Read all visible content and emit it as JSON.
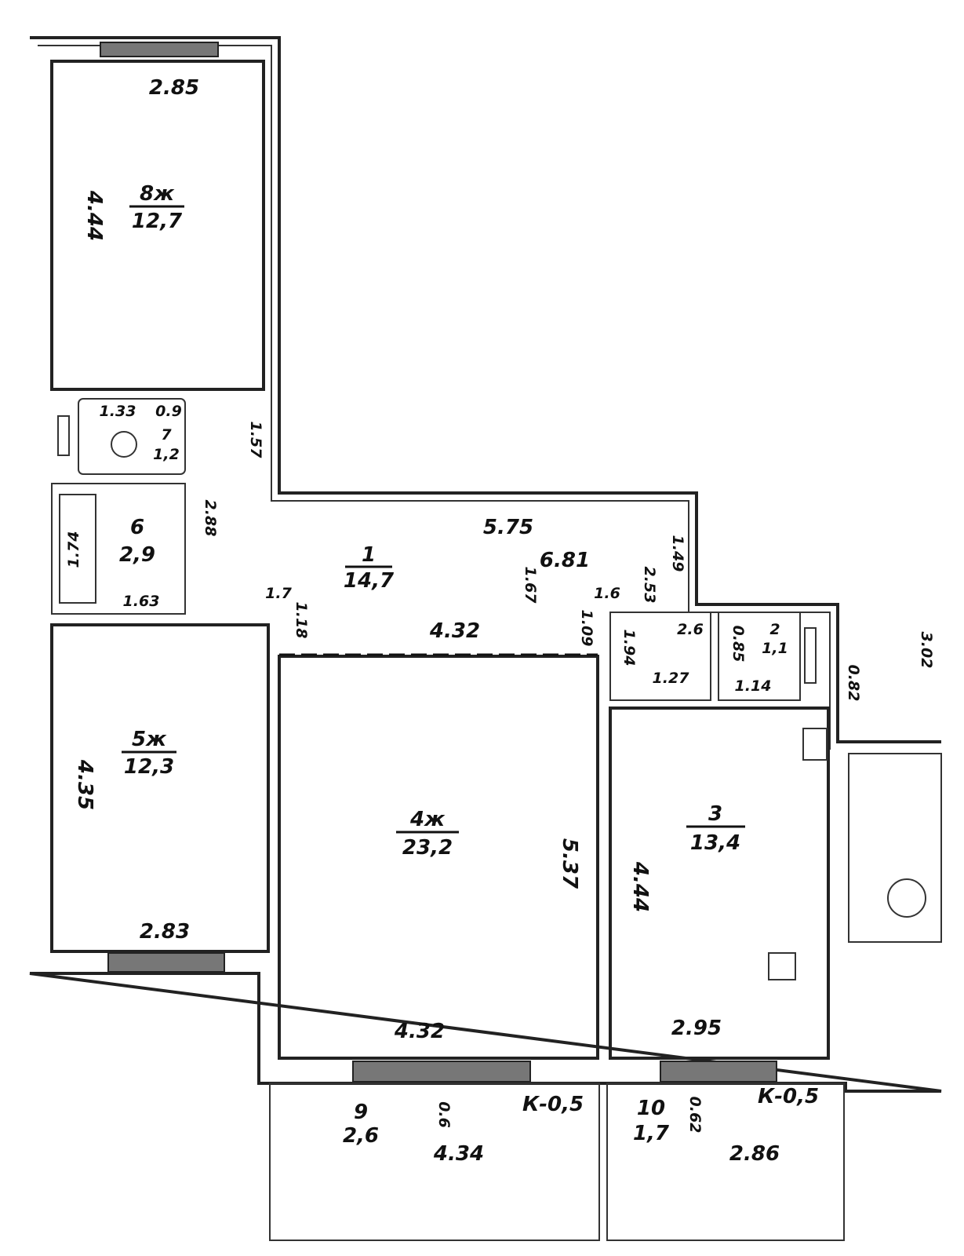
{
  "rooms": {
    "r8": {
      "name": "8ж",
      "area": "12,7",
      "width": "2.85",
      "length": "4.44"
    },
    "wc": {
      "name": "7",
      "area": "1,2",
      "d1": "1.33",
      "d2": "0.9"
    },
    "bath": {
      "name": "6",
      "area": "2,9",
      "d1": "1.63",
      "d2": "1.74",
      "d3": "2.88"
    },
    "hall": {
      "name": "1",
      "area": "14,7",
      "d1": "5.75",
      "d2": "6.81",
      "d3": "4.32",
      "d4": "1.67",
      "d5": "1.57",
      "d6": "1.49",
      "d7": "2.53",
      "d8": "1.7",
      "d9": "1.18",
      "d10": "1.6",
      "d11": "1.09",
      "d12": "1.94"
    },
    "r5": {
      "name": "5ж",
      "area": "12,3",
      "length": "4.35",
      "width": "2.83"
    },
    "r4": {
      "name": "4ж",
      "area": "23,2",
      "length": "5.37",
      "width": "4.32"
    },
    "kitchen": {
      "name": "3",
      "area": "13,4",
      "length": "4.44",
      "width": "2.95"
    },
    "closet": {
      "name": "2",
      "area": "1,1",
      "d1": "1.14",
      "d2": "0.85",
      "d3": "1.27",
      "d4": "2.6"
    },
    "balcony9": {
      "name": "9",
      "area": "2,6",
      "d1": "0.6",
      "k": "К-0,5",
      "length": "4.34"
    },
    "balcony10": {
      "name": "10",
      "area": "1,7",
      "d1": "0.62",
      "k": "К-0,5",
      "length": "2.86"
    },
    "extra": {
      "d1": "3.02",
      "d2": "0.82"
    }
  }
}
